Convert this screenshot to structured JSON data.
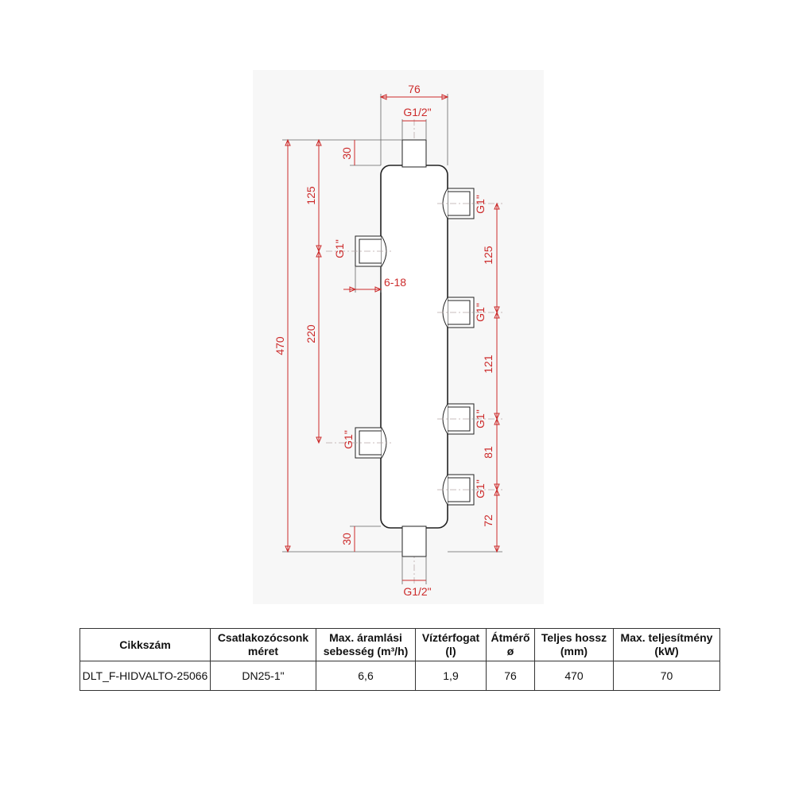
{
  "drawing": {
    "dims": {
      "width_top": "76",
      "thread_top": "G1/2\"",
      "thread_bottom": "G1/2\"",
      "top_stub": "30",
      "bottom_stub": "30",
      "total_length": "470",
      "left_upper": "125",
      "left_mid": "220",
      "nut_depth": "6-18",
      "right_1": "125",
      "right_2": "121",
      "right_3": "81",
      "right_4": "72",
      "port_left_1": "G1\"",
      "port_left_2": "G1\"",
      "port_right_1": "G1\"",
      "port_right_2": "G1\"",
      "port_right_3": "G1\"",
      "port_right_4": "G1\""
    }
  },
  "table": {
    "headers": [
      [
        "Cikkszám"
      ],
      [
        "Csatlakozócsonk",
        "méret"
      ],
      [
        "Max. áramlási",
        "sebesség (m³/h)"
      ],
      [
        "Víztérfogat",
        "(l)"
      ],
      [
        "Átmérő",
        "ø"
      ],
      [
        "Teljes hossz",
        "(mm)"
      ],
      [
        "Max. teljesítmény",
        "(kW)"
      ]
    ],
    "row": [
      "DLT_F-HIDVALTO-25066",
      "DN25-1\"",
      "6,6",
      "1,9",
      "76",
      "470",
      "70"
    ]
  }
}
